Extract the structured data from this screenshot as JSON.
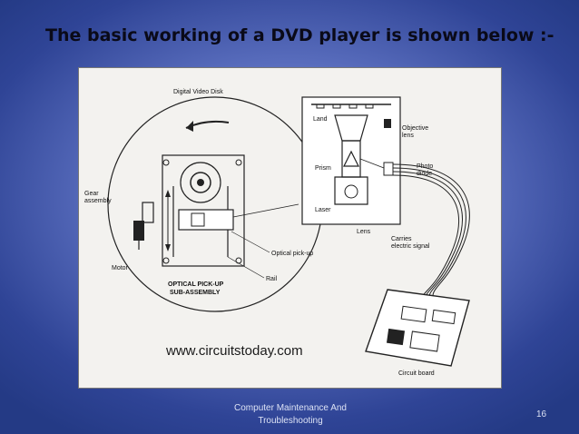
{
  "slide": {
    "title": "The basic working of a DVD player is shown below :-",
    "footer_line1": "Computer Maintenance And",
    "footer_line2": "Troubleshooting",
    "page_number": "16"
  },
  "diagram": {
    "labels": {
      "disk": "Digital Video Disk",
      "land": "Land",
      "objective1": "Objective",
      "objective2": "lens",
      "prism": "Prism",
      "photo1": "Photo",
      "photo2": "diode",
      "laser": "Laser",
      "lens": "Lens",
      "gear1": "Gear",
      "gear2": "assembly",
      "motor": "Motor",
      "pickup": "Optical pick-up",
      "rail": "Rail",
      "assembly1": "OPTICAL PICK-UP",
      "assembly2": "SUB-ASSEMBLY",
      "carries1": "Carries",
      "carries2": "electric signal",
      "board": "Circuit board"
    },
    "watermark": "www.circuitstoday.com"
  }
}
